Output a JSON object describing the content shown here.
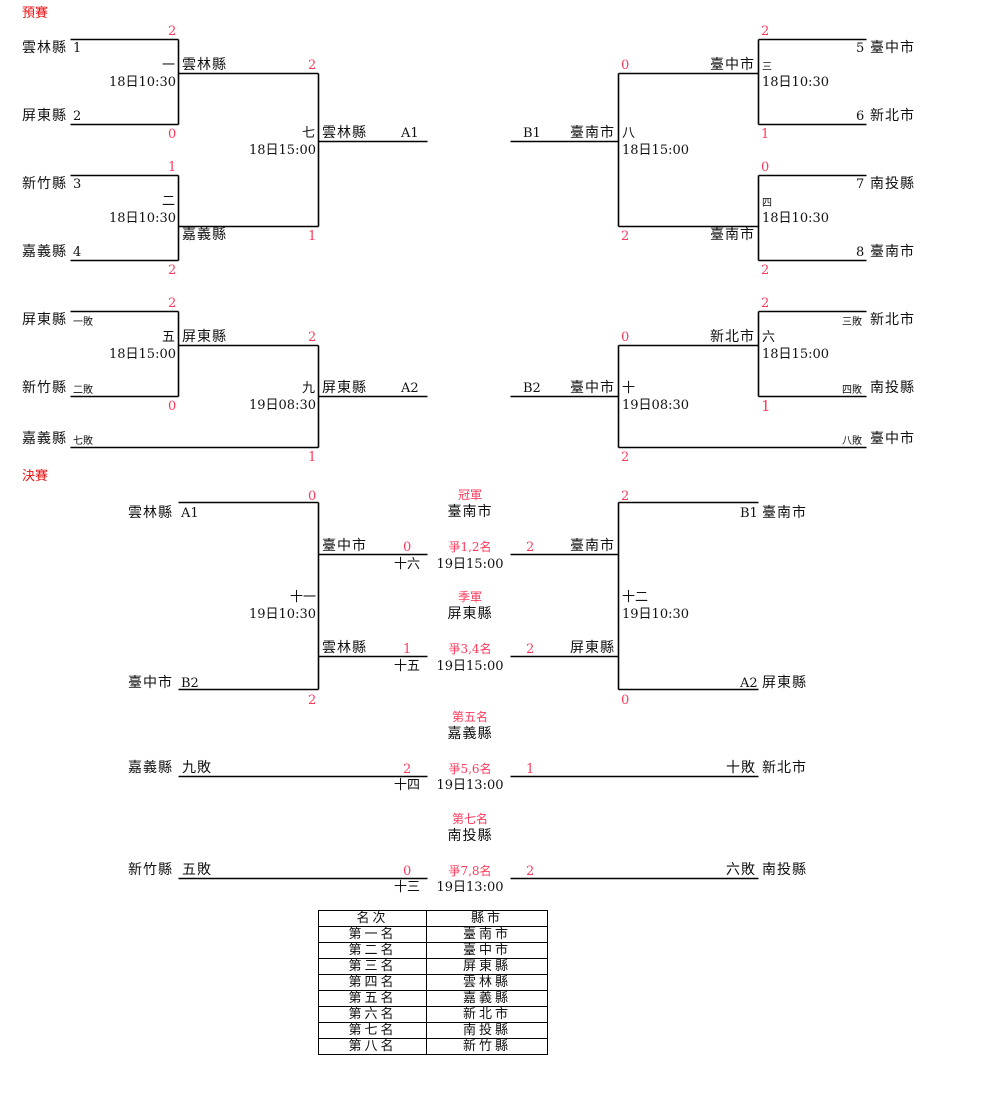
{
  "sections": {
    "prelim": "預賽",
    "final": "決賽"
  },
  "prelim": {
    "bracket_a": {
      "seeds": [
        {
          "team": "雲林縣",
          "seed": "1",
          "score": "2"
        },
        {
          "team": "屏東縣",
          "seed": "2",
          "score": "0"
        },
        {
          "team": "新竹縣",
          "seed": "3",
          "score": "1"
        },
        {
          "team": "嘉義縣",
          "seed": "4",
          "score": "2"
        }
      ],
      "game1": {
        "no": "一",
        "time": "18日10:30",
        "winner": "雲林縣",
        "winner_score": "2"
      },
      "game2": {
        "no": "二",
        "time": "18日10:30",
        "winner": "嘉義縣",
        "winner_score": "1"
      },
      "game7": {
        "no": "七",
        "time": "18日15:00",
        "winner": "雲林縣",
        "slot": "A1"
      }
    },
    "bracket_b": {
      "seeds": [
        {
          "team": "臺中市",
          "seed": "5",
          "score": "2"
        },
        {
          "team": "新北市",
          "seed": "6",
          "score": "1"
        },
        {
          "team": "南投縣",
          "seed": "7",
          "score": "0"
        },
        {
          "team": "臺南市",
          "seed": "8",
          "score": "2"
        }
      ],
      "game3": {
        "no": "三",
        "time": "18日10:30",
        "winner": "臺中市",
        "winner_score": "0"
      },
      "game4": {
        "no": "四",
        "time": "18日10:30",
        "winner": "臺南市",
        "winner_score": "2"
      },
      "game8": {
        "no": "八",
        "time": "18日15:00",
        "winner": "臺南市",
        "slot": "B1"
      }
    },
    "bracket_c": {
      "entries": [
        {
          "team": "屏東縣",
          "from": "一敗",
          "score": "2"
        },
        {
          "team": "新竹縣",
          "from": "二敗",
          "score": "0"
        },
        {
          "team": "嘉義縣",
          "from": "七敗",
          "score": "1"
        }
      ],
      "game5": {
        "no": "五",
        "time": "18日15:00",
        "winner": "屏東縣",
        "winner_score": "2"
      },
      "game9": {
        "no": "九",
        "time": "19日08:30",
        "winner": "屏東縣",
        "slot": "A2"
      }
    },
    "bracket_d": {
      "entries": [
        {
          "team": "新北市",
          "from": "三敗",
          "score": "2"
        },
        {
          "team": "南投縣",
          "from": "四敗",
          "score": "1"
        },
        {
          "team": "臺中市",
          "from": "八敗",
          "score": "2"
        }
      ],
      "game6": {
        "no": "六",
        "time": "18日15:00",
        "winner": "新北市",
        "winner_score": "0"
      },
      "game10": {
        "no": "十",
        "time": "19日08:30",
        "winner": "臺中市",
        "slot": "B2"
      }
    }
  },
  "final": {
    "left": {
      "top": {
        "team": "雲林縣",
        "slot": "A1",
        "score": "0"
      },
      "bottom": {
        "team": "臺中市",
        "slot": "B2",
        "score": "2"
      },
      "game": {
        "no": "十一",
        "time": "19日10:30"
      },
      "winner": {
        "team": "臺中市",
        "score": "0"
      },
      "loser": {
        "team": "雲林縣",
        "score": "1"
      }
    },
    "right": {
      "top": {
        "team": "臺南市",
        "slot": "B1",
        "score": "2"
      },
      "bottom": {
        "team": "屏東縣",
        "slot": "A2",
        "score": "0"
      },
      "game": {
        "no": "十二",
        "time": "19日10:30"
      },
      "winner": {
        "team": "臺南市",
        "score": "2"
      },
      "loser": {
        "team": "屏東縣",
        "score": "2"
      }
    },
    "match_12": {
      "title": "冠軍",
      "result": "臺南市",
      "label": "爭1,2名",
      "no": "十六",
      "time": "19日15:00"
    },
    "match_34": {
      "title": "季軍",
      "result": "屏東縣",
      "label": "爭3,4名",
      "no": "十五",
      "time": "19日15:00"
    },
    "match_56": {
      "title": "第五名",
      "result": "嘉義縣",
      "label": "爭5,6名",
      "no": "十四",
      "time": "19日13:00",
      "left": {
        "team": "嘉義縣",
        "from": "九敗",
        "score": "2"
      },
      "right": {
        "team": "新北市",
        "from": "十敗",
        "score": "1"
      }
    },
    "match_78": {
      "title": "第七名",
      "result": "南投縣",
      "label": "爭7,8名",
      "no": "十三",
      "time": "19日13:00",
      "left": {
        "team": "新竹縣",
        "from": "五敗",
        "score": "0"
      },
      "right": {
        "team": "南投縣",
        "from": "六敗",
        "score": "2"
      }
    }
  },
  "ranking": {
    "headers": [
      "名次",
      "縣市"
    ],
    "rows": [
      [
        "第一名",
        "臺南市"
      ],
      [
        "第二名",
        "臺中市"
      ],
      [
        "第三名",
        "屏東縣"
      ],
      [
        "第四名",
        "雲林縣"
      ],
      [
        "第五名",
        "嘉義縣"
      ],
      [
        "第六名",
        "新北市"
      ],
      [
        "第七名",
        "南投縣"
      ],
      [
        "第八名",
        "新竹縣"
      ]
    ]
  }
}
